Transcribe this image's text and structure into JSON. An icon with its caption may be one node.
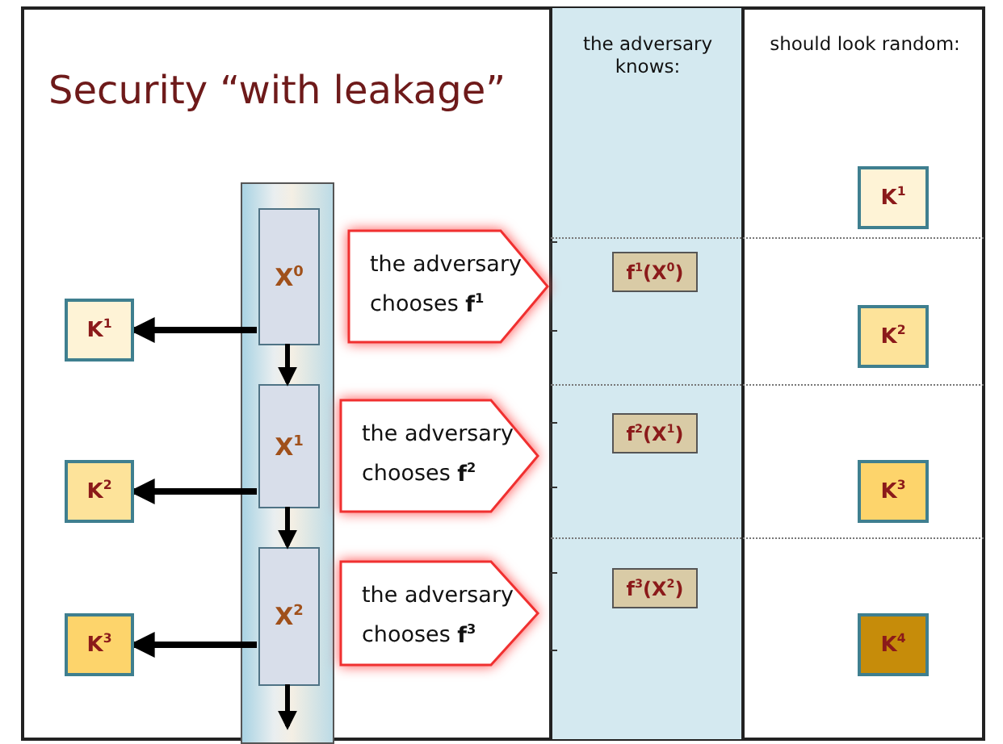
{
  "diagram": {
    "title": "Security “with leakage”",
    "nodes": [
      {
        "text": [],
        "shape": "bar"
      },
      {
        "text": [
          "X$^{0}$"
        ],
        "in": 0
      },
      {
        "text": [
          "X$^{1}$"
        ],
        "in": 0
      },
      {
        "text": [
          "X$^{2}$"
        ],
        "in": 0
      },
      {
        "text": [
          "K$^{1}$"
        ]
      },
      {
        "text": [
          "K$^{2}$"
        ]
      },
      {
        "text": [
          "K$^{3}$"
        ]
      },
      {
        "text": [
          "the adversary chooses **f$^{1}$**"
        ]
      },
      {
        "text": [
          "the adversary chooses **f$^{2}$**"
        ]
      },
      {
        "text": [
          "the adversary chooses **f$^{3}$**"
        ]
      },
      {
        "text": [
          "f$^{1}$(X$^{0}$)"
        ]
      },
      {
        "text": [
          "f$^{2}$(X$^{1}$)"
        ]
      },
      {
        "text": [
          "f$^{3}$(X$^{2}$)"
        ]
      },
      {
        "text": [
          "K$^{1}$"
        ]
      },
      {
        "text": [
          "K$^{2}$"
        ]
      },
      {
        "text": [
          "K$^{3}$"
        ]
      },
      {
        "text": [
          "K$^{4}$"
        ]
      }
    ],
    "edges": [
      {
        "from": 1,
        "to": 4,
        "arrow": "to"
      },
      {
        "from": 2,
        "to": 5,
        "arrow": "to"
      },
      {
        "from": 3,
        "to": 6,
        "arrow": "to"
      },
      {
        "from": 1,
        "to": 2,
        "arrow": "to"
      },
      {
        "from": 2,
        "to": 3,
        "arrow": "to"
      },
      {
        "from": 3,
        "to": null,
        "arrow": "to"
      }
    ],
    "labels": [
      "the adversary knows:",
      "should look random:"
    ]
  }
}
